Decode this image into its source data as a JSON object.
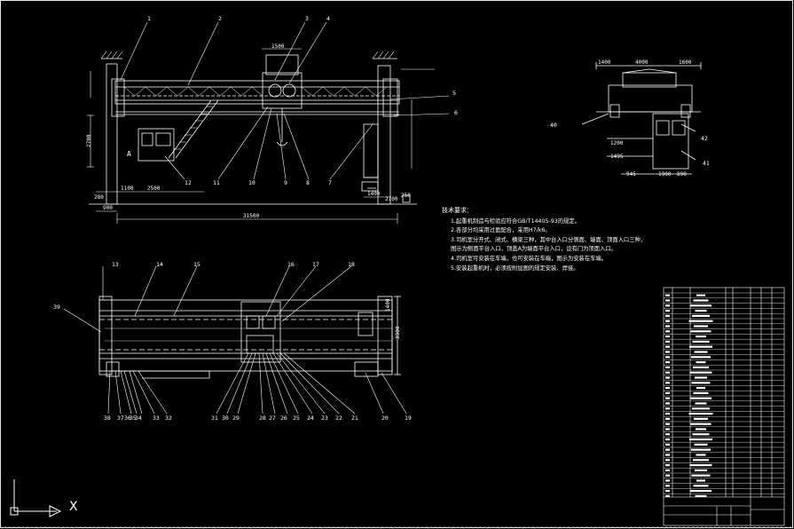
{
  "drawing": {
    "elevation_callouts": [
      "1",
      "2",
      "3",
      "4",
      "5",
      "6",
      "7",
      "8",
      "9",
      "10",
      "11",
      "12"
    ],
    "plan_callouts_top": [
      "13",
      "14",
      "15",
      "16",
      "17",
      "18"
    ],
    "plan_callouts_left": [
      "39"
    ],
    "plan_callouts_bottom": [
      "38",
      "37",
      "36",
      "35",
      "34",
      "33",
      "32",
      "31",
      "30",
      "29",
      "28",
      "27",
      "26",
      "25",
      "24",
      "23",
      "22",
      "21",
      "20",
      "19"
    ],
    "side_callouts": [
      "40",
      "42",
      "41"
    ],
    "elevation_dims": {
      "span": "31500",
      "left_a": "900",
      "left_b": "1100",
      "left_c": "2500",
      "bottom_left": "280",
      "height": "2700",
      "trolley": "1500",
      "right_a": "1400",
      "right_b": "2700",
      "right_c": "250",
      "mark": "A"
    },
    "side_dims": {
      "top_left": "1400",
      "top_mid": "4000",
      "top_right": "1600",
      "d1": "1200",
      "d2": "1495",
      "b1": "945",
      "b2": "1900",
      "b3": "890"
    },
    "plan_dims": {
      "right_a": "1400",
      "right_b": "3900"
    }
  },
  "notes": {
    "title": "技术要求：",
    "lines": [
      "1.起重机制造与检验应符合GB/T14405-93的规定。",
      "2.各部分均采用过盈配合，采用H7/k6。",
      "3.司机室分开式、闭式、横梁三种，其中台入口分侧面、端面、顶面入口三种，",
      "  图示为侧面平台入口，顶盖A为端面平台入口，设有门为顶面入口。",
      "4.司机室可安装在车端，也可安装在车端，图示为安装在车端。",
      "5.安装起重机时，必须按附加图的规定安装、焊接。"
    ]
  },
  "ucs": {
    "x_label": "X"
  }
}
